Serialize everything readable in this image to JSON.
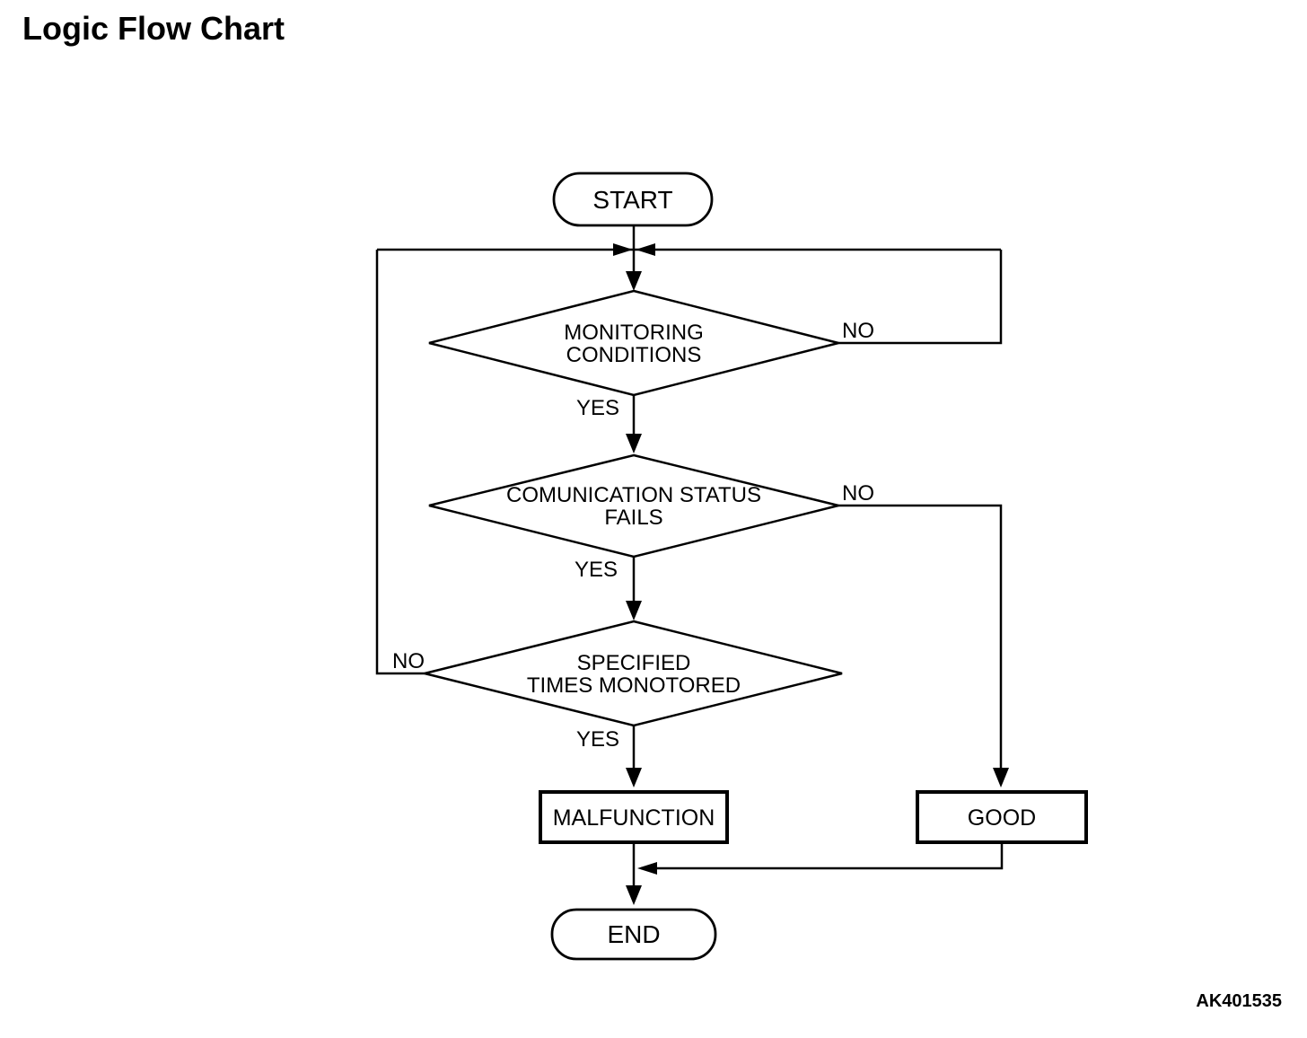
{
  "page": {
    "title": "Logic Flow Chart",
    "figure_code": "AK401535"
  },
  "flowchart": {
    "type": "flowchart",
    "nodes": {
      "start": {
        "type": "terminator",
        "label": "START"
      },
      "decision1": {
        "type": "decision",
        "label_line1": "MONITORING",
        "label_line2": "CONDITIONS"
      },
      "decision2": {
        "type": "decision",
        "label_line1": "COMUNICATION STATUS",
        "label_line2": "FAILS"
      },
      "decision3": {
        "type": "decision",
        "label_line1": "SPECIFIED",
        "label_line2": "TIMES MONOTORED"
      },
      "malfunction": {
        "type": "process",
        "label": "MALFUNCTION"
      },
      "good": {
        "type": "process",
        "label": "GOOD"
      },
      "end": {
        "type": "terminator",
        "label": "END"
      }
    },
    "edge_labels": {
      "decision1_yes": "YES",
      "decision1_no": "NO",
      "decision2_yes": "YES",
      "decision2_no": "NO",
      "decision3_yes": "YES",
      "decision3_no": "NO"
    },
    "colors": {
      "stroke": "#000000",
      "text": "#000000",
      "background": "#ffffff"
    }
  }
}
